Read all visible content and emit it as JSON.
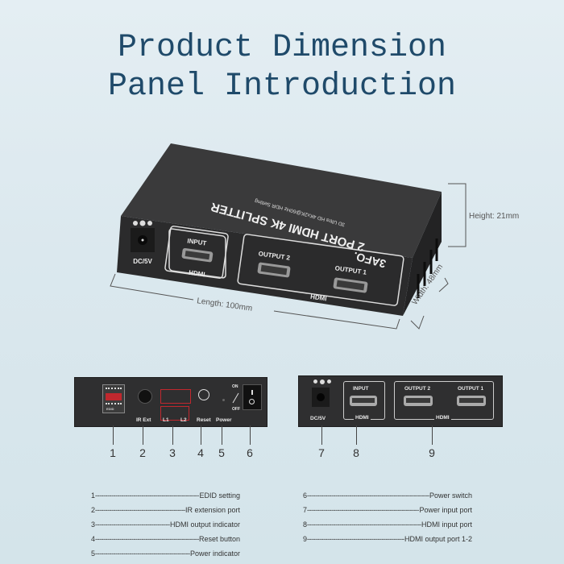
{
  "title": {
    "line1": "Product Dimension",
    "line2": "Panel Introduction"
  },
  "device": {
    "brand": "3AFO.",
    "model": "2 PORT HDMI 4K SPLITTER",
    "subtitle": "3D Ultra HD 4Kx2K@60Hz HDR Setting",
    "front": {
      "power_label": "DC/5V",
      "input_label": "INPUT",
      "output2_label": "OUTPUT 2",
      "output1_label": "OUTPUT 1",
      "hdmi_label": "HDMI"
    },
    "dimensions": {
      "length": "Length: 100mm",
      "width": "Width: 48mm",
      "height": "Height: 21mm"
    }
  },
  "back_panel": {
    "labels": {
      "edid": "EDID",
      "ir": "IR Ext",
      "l1": "L1",
      "l2": "L2",
      "reset": "Reset",
      "power": "Power",
      "on": "ON",
      "off": "OFF"
    },
    "numbers": [
      "1",
      "2",
      "3",
      "4",
      "5",
      "6"
    ]
  },
  "front_panel": {
    "labels": {
      "dc": "DC/5V",
      "input": "INPUT",
      "output2": "OUTPUT 2",
      "output1": "OUTPUT 1",
      "hdmi": "HDMI"
    },
    "numbers": [
      "7",
      "8",
      "9"
    ]
  },
  "legend": {
    "left": [
      {
        "n": "1",
        "text": "EDID setting"
      },
      {
        "n": "2",
        "text": "IR extension port"
      },
      {
        "n": "3",
        "text": "HDMI output indicator"
      },
      {
        "n": "4",
        "text": "Reset button"
      },
      {
        "n": "5",
        "text": "Power indicator"
      }
    ],
    "right": [
      {
        "n": "6",
        "text": "Power switch"
      },
      {
        "n": "7",
        "text": "Power input port"
      },
      {
        "n": "8",
        "text": "HDMI input port"
      },
      {
        "n": "9",
        "text": "HDMI output port 1-2"
      }
    ]
  },
  "colors": {
    "title": "#1f4a6a",
    "device_body": "#2f2f30",
    "background": "#dbe8ee",
    "indicator_box": "#c0282e"
  }
}
